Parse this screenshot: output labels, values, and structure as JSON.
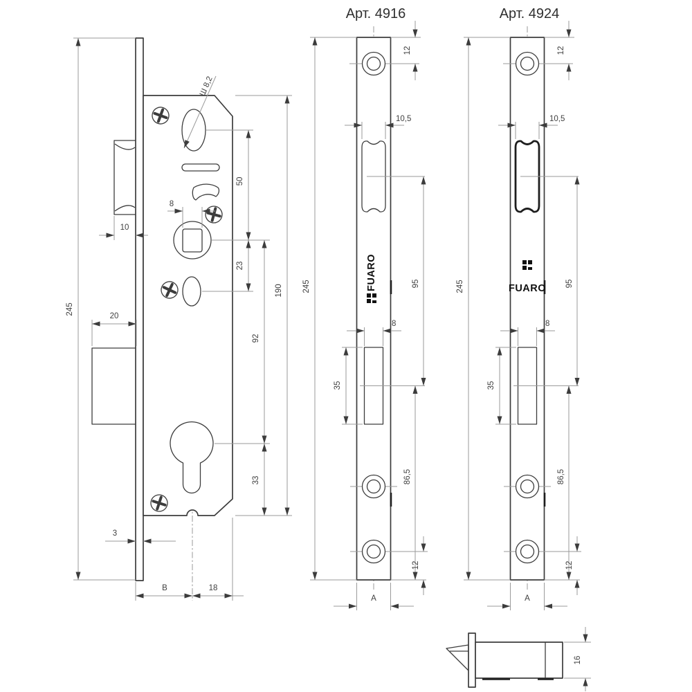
{
  "colors": {
    "object_line": "#3c3c3c",
    "dim_line": "#9a9a9a",
    "text": "#3f3f3f",
    "background": "#ffffff"
  },
  "titles": {
    "plate_4916": "Арт. 4916",
    "plate_4924": "Арт. 4924"
  },
  "brand": {
    "name": "FUARO"
  },
  "lock_body_view": {
    "faceplate_height": "245",
    "latch_protrusion": "10",
    "deadbolt_protrusion": "20",
    "faceplate_thickness": "3",
    "latch_hole_label": "Ш 8,2",
    "follower_square_size": "8",
    "latch_axis_to_follower": "50",
    "follower_to_oval_hole": "23",
    "follower_to_cylinder_axis": "92",
    "cylinder_axis_to_case_bottom": "33",
    "case_height": "190",
    "backset_label": "B",
    "axis_to_case_back": "18"
  },
  "plate_4916": {
    "height": "245",
    "top_screw_to_edge": "12",
    "latch_cutout_width": "10,5",
    "latch_axis_to_bolt_axis": "95",
    "bolt_cutout_width": "8",
    "bolt_cutout_height": "35",
    "bolt_axis_to_bottom_edge": "86,5",
    "bottom_screw_to_edge": "12",
    "width_label": "A"
  },
  "plate_4924": {
    "height": "245",
    "top_screw_to_edge": "12",
    "latch_cutout_width": "10,5",
    "latch_axis_to_bolt_axis": "95",
    "bolt_cutout_width": "8",
    "bolt_cutout_height": "35",
    "bolt_axis_to_bottom_edge": "86,5",
    "bottom_screw_to_edge": "12",
    "width_label": "A"
  },
  "latch_side_view": {
    "case_thickness": "16"
  }
}
